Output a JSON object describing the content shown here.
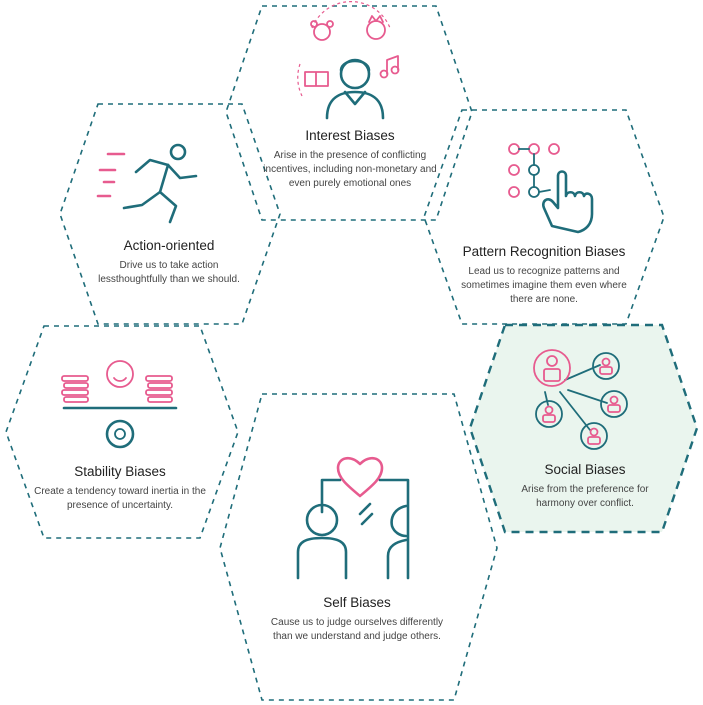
{
  "nodes": [
    {
      "id": "interest",
      "title": "Interest Biases",
      "description": "Arise in the presence of conflicting incentives, including non-monetary and even purely emotional ones",
      "icon": "person-interests-icon"
    },
    {
      "id": "action",
      "title": "Action-oriented",
      "description": "Drive us to take action lessthoughtfully than we should.",
      "icon": "running-person-icon"
    },
    {
      "id": "pattern",
      "title": "Pattern Recognition Biases",
      "description": "Lead us to recognize patterns and sometimes imagine them even where there are none.",
      "icon": "hand-pattern-icon"
    },
    {
      "id": "stability",
      "title": "Stability Biases",
      "description": "Create a tendency toward inertia in the presence of uncertainty.",
      "icon": "balance-coins-icon"
    },
    {
      "id": "social",
      "title": "Social Biases",
      "description": "Arise from the preference for harmony over conflict.",
      "icon": "social-network-icon",
      "highlighted": true
    },
    {
      "id": "self",
      "title": "Self Biases",
      "description": "Cause us to judge ourselves differently than we understand and judge others.",
      "icon": "mirror-heart-icon"
    }
  ],
  "colors": {
    "teal": "#1f6d7a",
    "pink": "#e75b8f",
    "highlight_fill": "#eaf5ee"
  }
}
